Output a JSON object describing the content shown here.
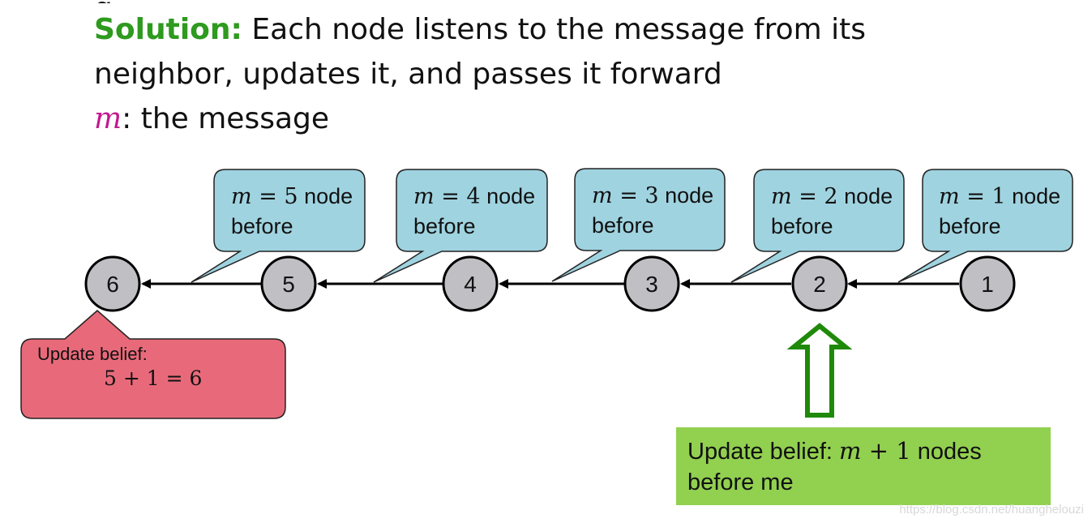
{
  "intro": {
    "solution_label": "Solution:",
    "line1_rest": " Each node listens to the message from its",
    "line2": "neighbor, updates it, and passes it forward",
    "m_symbol": "m",
    "m_definition": ": the message"
  },
  "nodes": [
    {
      "label": "6"
    },
    {
      "label": "5"
    },
    {
      "label": "4"
    },
    {
      "label": "3"
    },
    {
      "label": "2"
    },
    {
      "label": "1"
    }
  ],
  "messages": [
    {
      "var": "m",
      "eq": " = 5",
      "suffix": " node",
      "line2": "before"
    },
    {
      "var": "m",
      "eq": " = 4",
      "suffix": " node",
      "line2": "before"
    },
    {
      "var": "m",
      "eq": " = 3",
      "suffix": " node",
      "line2": "before"
    },
    {
      "var": "m",
      "eq": " = 2",
      "suffix": " node",
      "line2": "before"
    },
    {
      "var": "m",
      "eq": " = 1",
      "suffix": " node",
      "line2": "before"
    }
  ],
  "final_update": {
    "label": "Update belief:",
    "equation": "5 + 1 = 6"
  },
  "update_rule": {
    "prefix": "Update belief: ",
    "var": "m",
    "eq": " + 1",
    "suffix": " nodes",
    "line2": "before me"
  },
  "watermark": "https://blog.csdn.net/huanghelouzi",
  "colors": {
    "solution": "#2e9a1f",
    "m_symbol": "#c2188f",
    "message_bubble": "#9fd3e0",
    "node_fill": "#c0bfc4",
    "final_bubble": "#e86a7a",
    "update_box": "#92d050",
    "arrow_up": "#1f8a0a"
  }
}
